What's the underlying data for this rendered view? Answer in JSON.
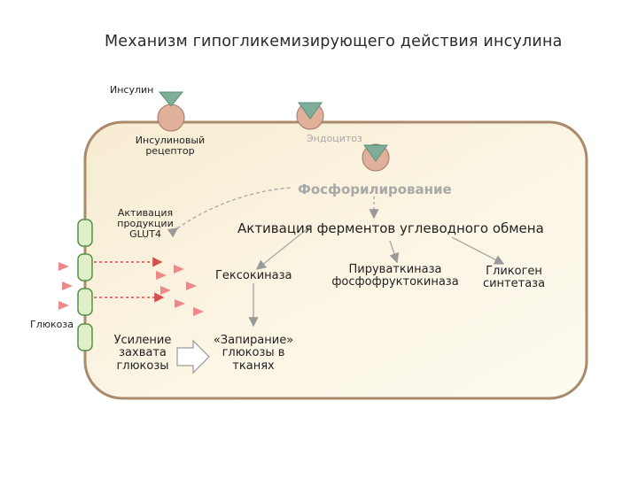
{
  "title": "Механизм гипогликемизирующего действия инсулина",
  "labels": {
    "insulin": "Инсулин",
    "receptor": [
      "Инсулиновый",
      "рецептор"
    ],
    "endocytosis": "Эндоцитоз",
    "phosphorylation": "Фосфорилирование",
    "glut4": [
      "Активация",
      "продукции",
      "GLUT4"
    ],
    "enzymes": "Активация ферментов углеводного обмена",
    "hexokinase": "Гексокиназа",
    "pyruvate": [
      "Пируваткиназа",
      "фосфофруктокиназа"
    ],
    "glycogen": [
      "Гликоген",
      "синтетаза"
    ],
    "glucose": "Глюкоза",
    "uptake": [
      "Усиление",
      "захвата",
      "глюкозы"
    ],
    "locking": [
      "«Запирание»",
      "глюкозы в",
      "тканях"
    ]
  },
  "colors": {
    "cell_fill": "#fbf3dc",
    "cell_border": "#a98b6b",
    "receptor": "#e0b09a",
    "insulin": "#7fae98",
    "glucose": "#e98080",
    "channel": "#7fbf80"
  }
}
